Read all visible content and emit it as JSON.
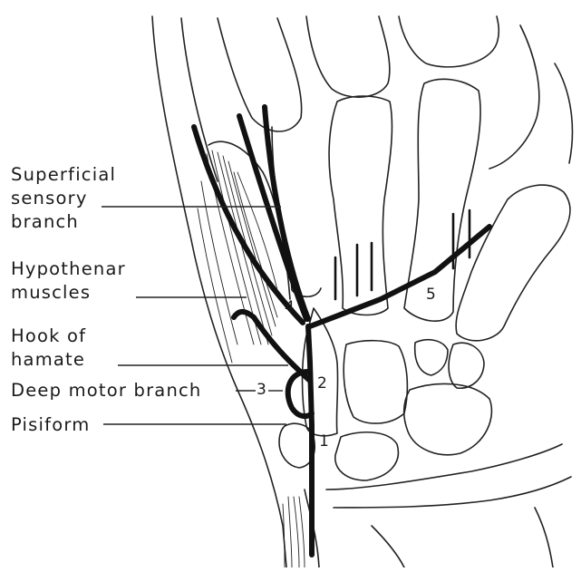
{
  "labels": {
    "superficial": [
      "Superficial",
      "sensory",
      "branch"
    ],
    "hypothenar": [
      "Hypothenar",
      "muscles"
    ],
    "hook": [
      "Hook of",
      "hamate"
    ],
    "deep_motor": "Deep motor branch",
    "pisiform": "Pisiform"
  },
  "numbers": {
    "n1": "1",
    "n2": "2",
    "n3": "3",
    "n4": "4",
    "n5": "5"
  }
}
